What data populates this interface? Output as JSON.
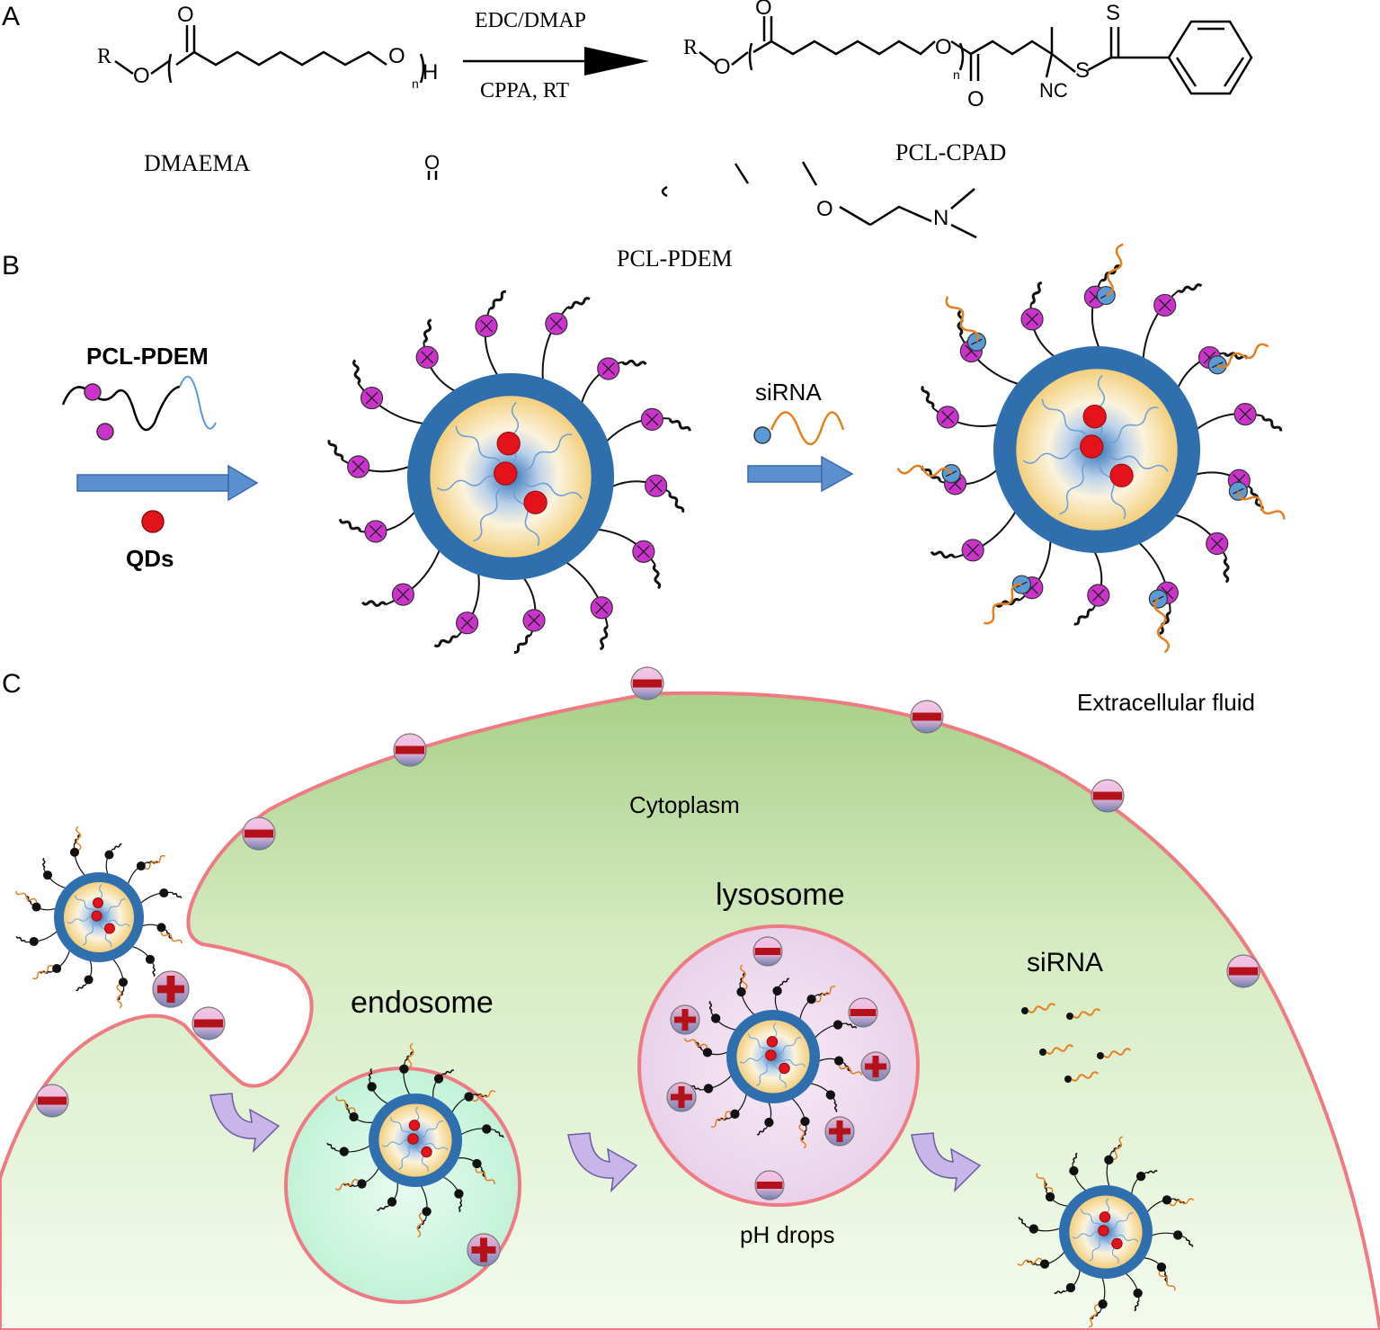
{
  "panels": {
    "a": {
      "label": "A",
      "reagents_top": "EDC/DMAP",
      "reagents_bottom": "CPPA, RT",
      "reactant_atoms": {
        "r": "R",
        "o_ester": "O",
        "o_carbonyl": "O",
        "o_end": "O",
        "h": "H",
        "n": "n"
      },
      "product_atoms": {
        "r": "R",
        "o_ester": "O",
        "o_carbonyl": "O",
        "o_mid": "O",
        "n": "n",
        "o_amide": "O",
        "nc": "NC",
        "s": "S",
        "s_thio": "S"
      },
      "dmaema_label": "DMAEMA",
      "pcl_cpad_label": "PCL-CPAD",
      "pcl_pdem_label": "PCL-PDEM",
      "fragment_atoms": {
        "o_frag": "O",
        "o_ether": "O",
        "n_amine": "N"
      }
    },
    "b": {
      "label": "B",
      "polymer_label": "PCL-PDEM",
      "qd_label": "QDs",
      "sirna_label": "siRNA"
    },
    "c": {
      "label": "C",
      "extracellular": "Extracellular fluid",
      "cytoplasm": "Cytoplasm",
      "lysosome": "lysosome",
      "endosome": "endosome",
      "sirna": "siRNA",
      "ph": "pH drops"
    }
  },
  "colors": {
    "shell": "#2f6fae",
    "core": "#f5d48a",
    "qd": "#e3121b",
    "positive": "#cc33cc",
    "negative_bead": "#5b9bd5",
    "sirna": "#e57e1f",
    "arrow_blue": "#5b8fd0",
    "cell_fill": "#cfe8b8",
    "membrane": "#ee7b84",
    "curved_arrow": "#c9b6e8"
  }
}
